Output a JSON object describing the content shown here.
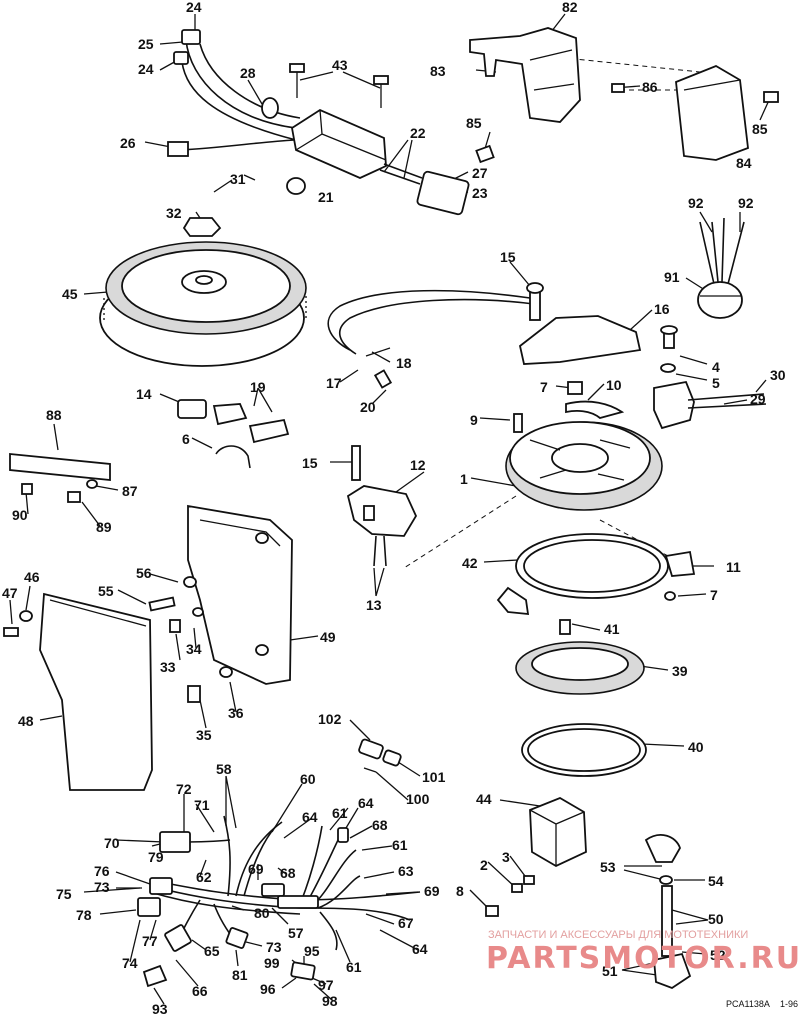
{
  "callouts": {
    "c1": "1",
    "c2": "2",
    "c3": "3",
    "c4": "4",
    "c5": "5",
    "c6": "6",
    "c7a": "7",
    "c7b": "7",
    "c8": "8",
    "c9": "9",
    "c10": "10",
    "c11": "11",
    "c12": "12",
    "c13": "13",
    "c14": "14",
    "c15a": "15",
    "c15b": "15",
    "c16": "16",
    "c17": "17",
    "c18": "18",
    "c19": "19",
    "c20": "20",
    "c21": "21",
    "c22": "22",
    "c23": "23",
    "c24a": "24",
    "c24b": "24",
    "c25": "25",
    "c26": "26",
    "c27": "27",
    "c28": "28",
    "c29": "29",
    "c30": "30",
    "c31": "31",
    "c32": "32",
    "c33": "33",
    "c34": "34",
    "c35": "35",
    "c36": "36",
    "c39": "39",
    "c40": "40",
    "c41": "41",
    "c42": "42",
    "c43": "43",
    "c44": "44",
    "c45": "45",
    "c46": "46",
    "c47": "47",
    "c48": "48",
    "c49": "49",
    "c50": "50",
    "c51": "51",
    "c52": "52",
    "c53": "53",
    "c54": "54",
    "c55": "55",
    "c56": "56",
    "c57": "57",
    "c58": "58",
    "c60": "60",
    "c61a": "61",
    "c61b": "61",
    "c61c": "61",
    "c62": "62",
    "c63": "63",
    "c64a": "64",
    "c64b": "64",
    "c64c": "64",
    "c65": "65",
    "c66": "66",
    "c67": "67",
    "c68a": "68",
    "c68b": "68",
    "c69a": "69",
    "c69b": "69",
    "c70": "70",
    "c71": "71",
    "c72": "72",
    "c73a": "73",
    "c73b": "73",
    "c74": "74",
    "c75": "75",
    "c76": "76",
    "c77": "77",
    "c78": "78",
    "c79": "79",
    "c80": "80",
    "c81": "81",
    "c82": "82",
    "c83": "83",
    "c84": "84",
    "c85a": "85",
    "c85b": "85",
    "c86": "86",
    "c87": "87",
    "c88": "88",
    "c89": "89",
    "c90": "90",
    "c91": "91",
    "c92a": "92",
    "c92b": "92",
    "c93": "93",
    "c95": "95",
    "c96": "96",
    "c97": "97",
    "c98": "98",
    "c99": "99",
    "c100": "100",
    "c101": "101",
    "c102": "102"
  },
  "watermark": {
    "tagline": "ЗАПЧАСТИ И АКСЕССУАРЫ ДЛЯ МОТОТЕХНИКИ",
    "site": "PARTSMOTOR.RU"
  },
  "footer": {
    "code": "PCA1138A",
    "date": "1-96"
  }
}
